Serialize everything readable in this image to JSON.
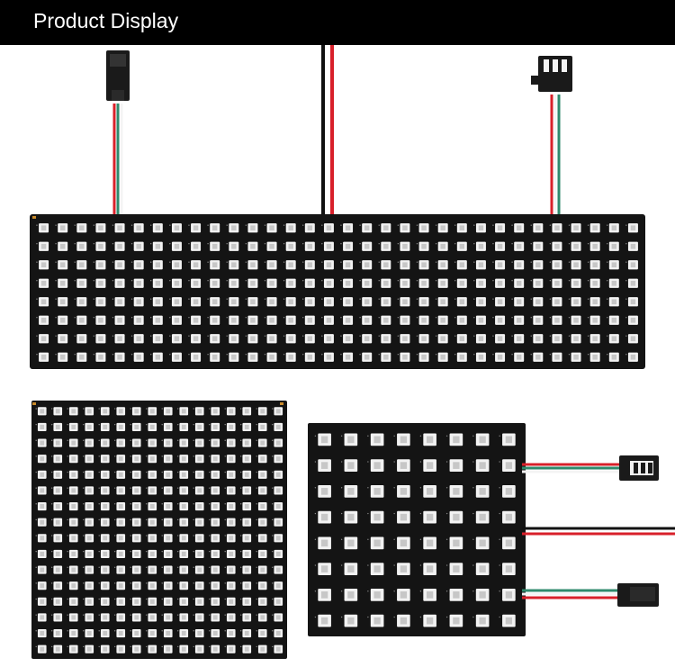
{
  "header": {
    "title": "Product Display"
  },
  "colors": {
    "header_bg": "#000000",
    "header_text": "#ffffff",
    "pcb": "#141414",
    "led_body": "#f2f2f2",
    "led_chip": "#c7c7c7",
    "wire_red": "#d8202a",
    "wire_green": "#2f8a6c",
    "wire_white": "#f4f4f4",
    "wire_black": "#111111"
  },
  "panels": [
    {
      "name": "strip-panel-8x32",
      "rows": 8,
      "cols": 32
    },
    {
      "name": "square-panel-16x16",
      "rows": 16,
      "cols": 16
    },
    {
      "name": "square-panel-8x8",
      "rows": 8,
      "cols": 8
    }
  ],
  "connectors": [
    {
      "name": "jst-plug-top-left",
      "type": "male"
    },
    {
      "name": "jst-plug-top-right",
      "type": "female"
    },
    {
      "name": "jst-plug-right-upper",
      "type": "male"
    },
    {
      "name": "jst-plug-right-lower",
      "type": "female"
    }
  ]
}
